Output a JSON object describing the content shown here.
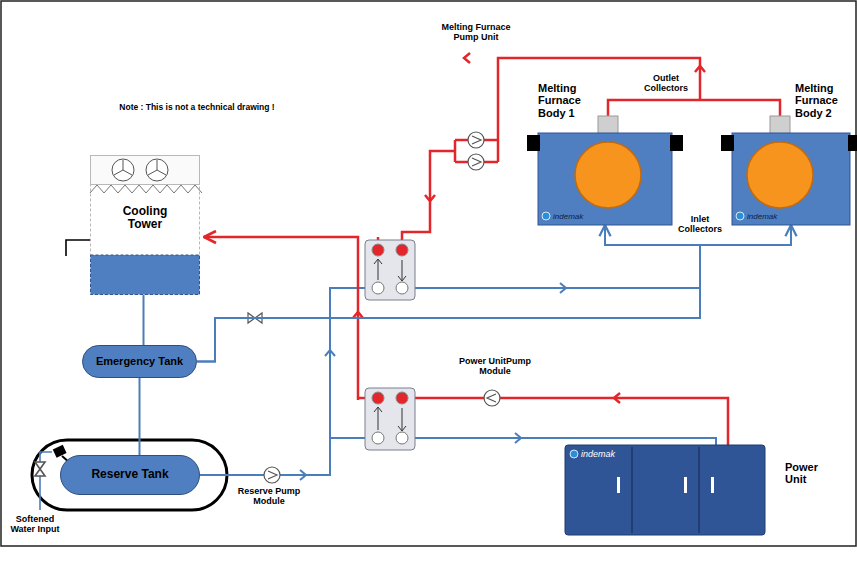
{
  "diagram": {
    "nodes": [
      {
        "text": [
          "Cooling Tower"
        ]
      },
      {
        "text": [
          "Emergency Tank"
        ]
      },
      {
        "text": [
          "Reserve Tank"
        ]
      },
      {
        "text": [
          "Melting Furnace Body 1",
          "indemak"
        ]
      },
      {
        "text": [
          "Melting Furnace Body 2",
          "indemak"
        ]
      },
      {
        "text": [
          "indemak",
          "Power Unit"
        ]
      }
    ],
    "edges": [
      {
        "from": 0,
        "to": 1,
        "arrow": "none"
      },
      {
        "from": 1,
        "to": 2,
        "arrow": "none"
      },
      {
        "from": 1,
        "to": 3,
        "arrow": "to"
      },
      {
        "from": 1,
        "to": 4,
        "arrow": "to"
      }
    ],
    "labels": [
      "Note : This is not a technical drawing !",
      "Melting Furnace Pump Unit",
      "Outlet Collectors",
      "Inlet Collectors",
      "Power UnitPump Module",
      "Reserve Pump Module",
      "Softened Water Input"
    ]
  }
}
